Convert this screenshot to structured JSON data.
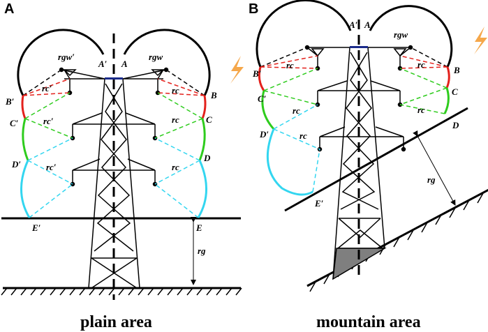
{
  "panels": {
    "A": {
      "letter": "A",
      "caption": "plain area",
      "labels": {
        "A_left": "A′",
        "A_right": "A",
        "B_left": "B′",
        "B_right": "B",
        "C_left": "C′",
        "C_right": "C",
        "D_left": "D′",
        "D_right": "D",
        "E_left": "E′",
        "E_right": "E",
        "rgw_left": "rgw′",
        "rgw_right": "rgw",
        "rc1_left": "rc′",
        "rc1_right": "rc",
        "rc2_left": "rc′",
        "rc2_right": "rc",
        "rc3_left": "rc′",
        "rc3_right": "rc",
        "rg": "rg"
      }
    },
    "B": {
      "letter": "B",
      "caption": "mountain area",
      "labels": {
        "A_left": "A′",
        "A_right": "A",
        "B_left": "B′",
        "B_right": "B",
        "C_left": "C′",
        "C_right": "C",
        "D_left": "D′",
        "D_right": "D",
        "E_left": "E′",
        "rgw": "rgw",
        "rc1_left": "rc",
        "rc1_right": "rc",
        "rc2_left": "rc",
        "rc2_right": "rc",
        "rc3_left": "rc",
        "rg": "rg"
      }
    },
    "colors": {
      "red": "#e3211c",
      "green": "#2ecc1d",
      "cyan": "#33d6f0",
      "lightning": "#f5a74a",
      "black": "#000000"
    }
  }
}
